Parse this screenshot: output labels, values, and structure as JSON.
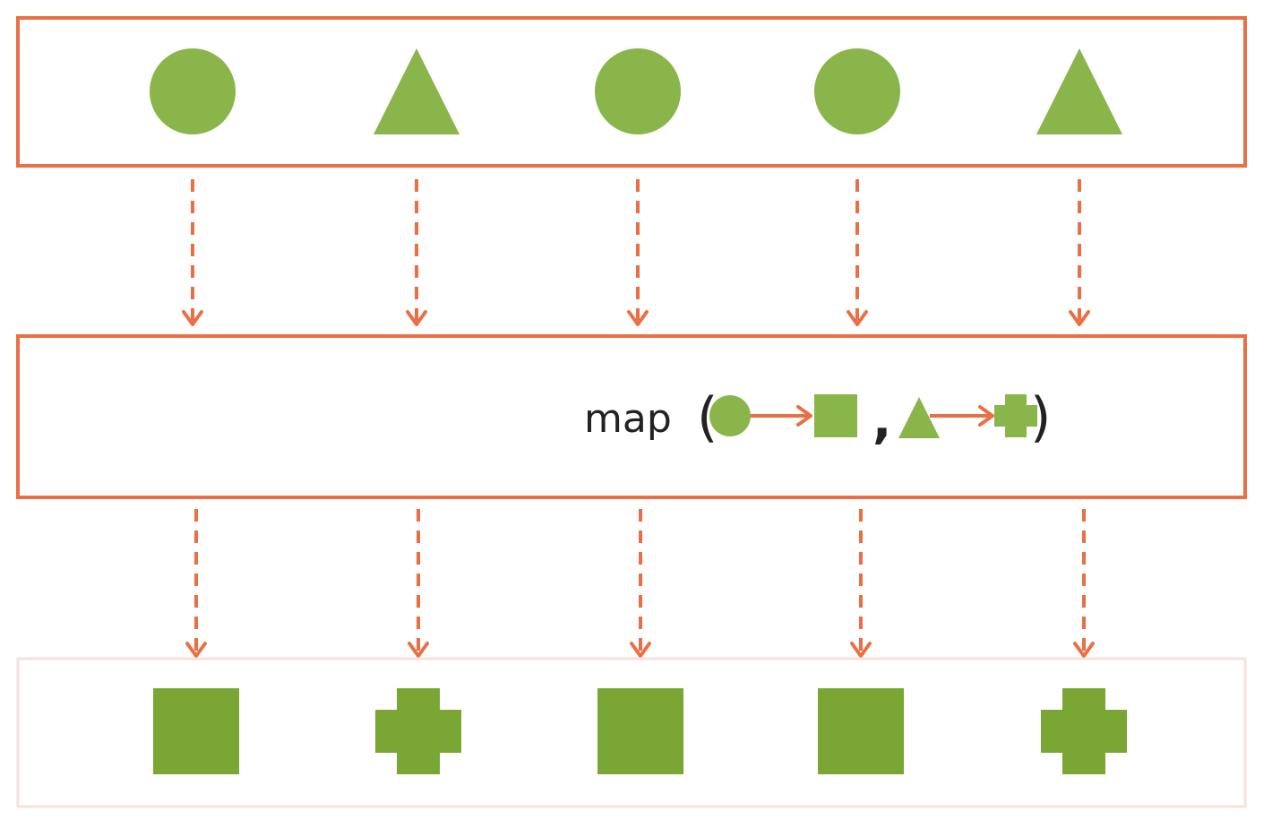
{
  "diagram": {
    "operator_label": "map",
    "open_paren": "(",
    "close_paren": ")",
    "comma": ",",
    "input_stream": [
      "circle",
      "triangle",
      "circle",
      "circle",
      "triangle"
    ],
    "output_stream": [
      "square",
      "cross",
      "square",
      "square",
      "cross"
    ],
    "mapping_rules": [
      {
        "from": "circle",
        "to": "square"
      },
      {
        "from": "triangle",
        "to": "cross"
      }
    ],
    "colors": {
      "accent": "#ea6f45",
      "shape_input": "#8ab54b",
      "shape_output": "#7aa634",
      "text": "#222222"
    }
  }
}
